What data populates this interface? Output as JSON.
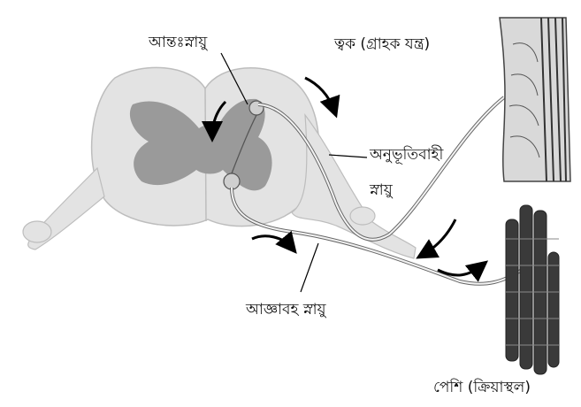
{
  "labels": {
    "interneuron": "আন্তঃস্নায়ু",
    "skin_receptor": "ত্বক (গ্রাহক যন্ত্র)",
    "sensory_line1": "অনুভূতিবাহী",
    "sensory_line2": "স্নায়ু",
    "motor_nerve": "আজ্ঞাবহ স্নায়ু",
    "muscle_effector": "পেশি (ক্রিয়াস্থল)"
  },
  "colors": {
    "background": "#ffffff",
    "white_matter": "#e3e3e3",
    "gray_matter": "#9a9a9a",
    "skin_outer": "#d9d9d9",
    "skin_lines": "#333333",
    "muscle": "#3a3a3a",
    "nerve": "#f2f2f2",
    "arrow": "#000000"
  }
}
